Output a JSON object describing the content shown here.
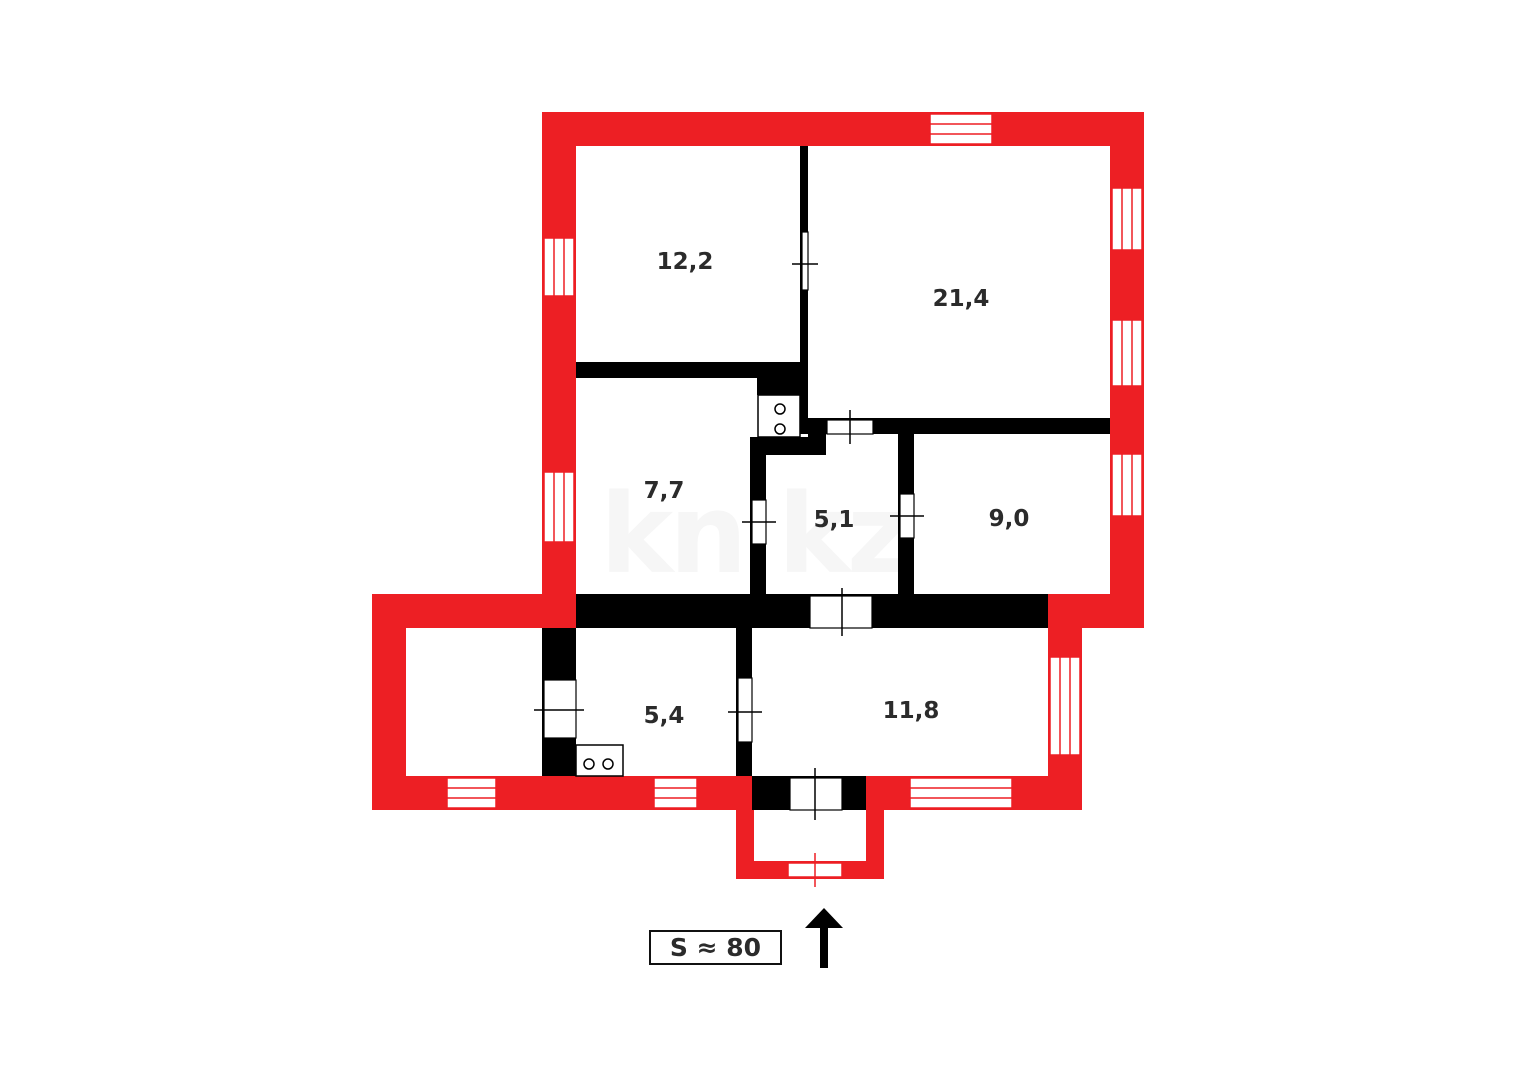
{
  "diagram": {
    "type": "floor-plan",
    "colors": {
      "exterior_wall": "#ed1f24",
      "interior_wall": "#000000",
      "background": "#ffffff",
      "label": "#2b2b2b"
    },
    "rooms": [
      {
        "id": "room-top-left",
        "area": "12,2"
      },
      {
        "id": "room-top-right",
        "area": "21,4"
      },
      {
        "id": "room-middle-left",
        "area": "7,7"
      },
      {
        "id": "room-middle-center",
        "area": "5,1"
      },
      {
        "id": "room-middle-right",
        "area": "9,0"
      },
      {
        "id": "room-bottom-kitchen",
        "area": "5,4"
      },
      {
        "id": "room-bottom-right",
        "area": "11,8"
      }
    ],
    "total_area_label": "S ≈ 80",
    "watermark": "kn  kz",
    "north_arrow": "up"
  }
}
